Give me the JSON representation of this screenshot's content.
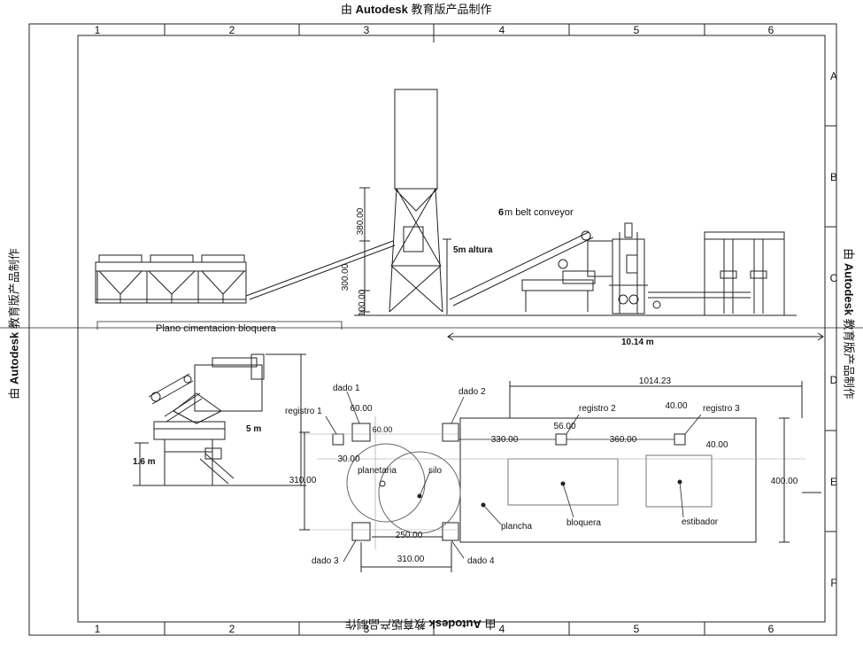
{
  "watermark": {
    "prefix": "由 ",
    "brand": "Autodesk",
    "suffix": " 教育版产品制作"
  },
  "grid": {
    "columns": [
      "1",
      "2",
      "3",
      "4",
      "5",
      "6"
    ],
    "rows": [
      "A",
      "B",
      "C",
      "D",
      "E",
      "F"
    ]
  },
  "elevation": {
    "conveyor_label_prefix": "6",
    "conveyor_label": "m  belt  conveyor",
    "height_label": "5m altura",
    "dims": {
      "d380": "380.00",
      "d300": "300.00",
      "d100": "100.00"
    },
    "length_label": "10.14 m",
    "foundation_caption": "Plano cimentacion bloquera"
  },
  "side_view": {
    "height_label": "5 m",
    "width_label": "1.6 m"
  },
  "plan": {
    "labels": {
      "dado1": "dado 1",
      "dado2": "dado 2",
      "dado3": "dado 3",
      "dado4": "dado 4",
      "registro1": "registro 1",
      "registro2": "registro 2",
      "registro3": "registro 3",
      "planetaria": "planetaria",
      "silo": "silo",
      "plancha": "plancha",
      "bloquera": "bloquera",
      "estibador": "estibador"
    },
    "dims": {
      "total_length": "1014.23",
      "d60a": "60.00",
      "d60b": "60.00",
      "d30": "30.00",
      "d56": "56.00",
      "d40a": "40.00",
      "d40b": "40.00",
      "d330": "330.00",
      "d360": "360.00",
      "d310_left": "310.00",
      "d400": "400.00",
      "d250": "250.00",
      "d310_bottom": "310.00"
    }
  }
}
